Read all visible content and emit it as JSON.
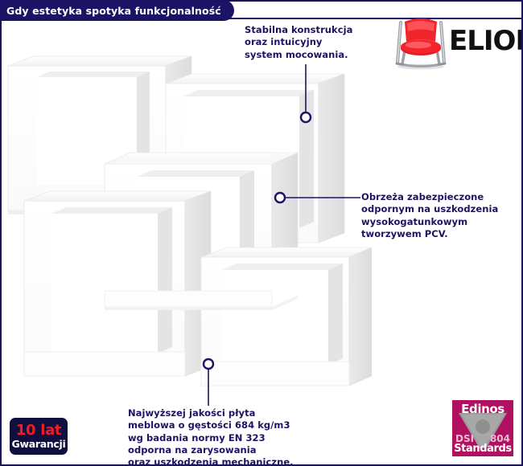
{
  "header": {
    "title": "Gdy estetyka spotyka funkcjonalność"
  },
  "brand": {
    "name": "ELIOR",
    "logo_icon": "red-chair-icon"
  },
  "callouts": [
    {
      "id": "top",
      "text": "Stabilna konstrukcja\noraz intuicyjny\nsystem mocowania.",
      "marker": "circle-marker"
    },
    {
      "id": "right",
      "text": "Obrzeża zabezpieczone\nodpornym na uszkodzenia\nwysokogatunkowym\ntworzywem PCV.",
      "marker": "circle-marker"
    },
    {
      "id": "bottom",
      "text": "Najwyższej jakości płyta\nmeblowa o gęstości 684 kg/m3\nwg badania normy EN 323\nodporna na zarysowania\noraz uszkodzenia mechaniczne.",
      "marker": "circle-marker"
    }
  ],
  "product": {
    "image_alt": "white-interlocking-cube-wall-shelf"
  },
  "badges": {
    "warranty": {
      "years": "10 lat",
      "word": "Gwarancji"
    },
    "edinos": {
      "title": "Edinos",
      "dsi": "DSI",
      "number": "804",
      "standards": "Standards"
    }
  },
  "colors": {
    "navy": "#1b1464",
    "red": "#ee1c25",
    "magenta": "#b01060",
    "shelf_white": "#ffffff"
  }
}
